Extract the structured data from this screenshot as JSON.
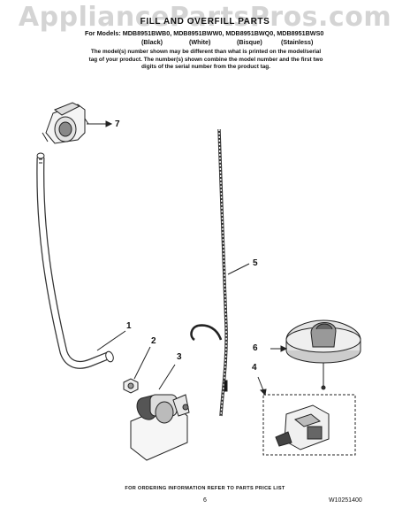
{
  "watermark": "AppliancePartsPros.com",
  "header": {
    "title": "FILL AND OVERFILL PARTS",
    "models_line": "For Models: MDB8951BWB0, MDB8951BWW0, MDB8951BWQ0, MDB8951BWS0",
    "colors": [
      "(Black)",
      "(White)",
      "(Bisque)",
      "(Stainless)"
    ],
    "note": "The model(s) number shown may be different than what is printed on the model/serial tag of your product. The number(s) shown combine the model number and the first two digits of the serial number from the product tag."
  },
  "callouts": [
    "1",
    "2",
    "3",
    "4",
    "5",
    "6",
    "7"
  ],
  "footer": {
    "ordering": "FOR ORDERING INFORMATION REFER TO PARTS PRICE LIST",
    "page_number": "6",
    "doc_number": "W10251400"
  }
}
